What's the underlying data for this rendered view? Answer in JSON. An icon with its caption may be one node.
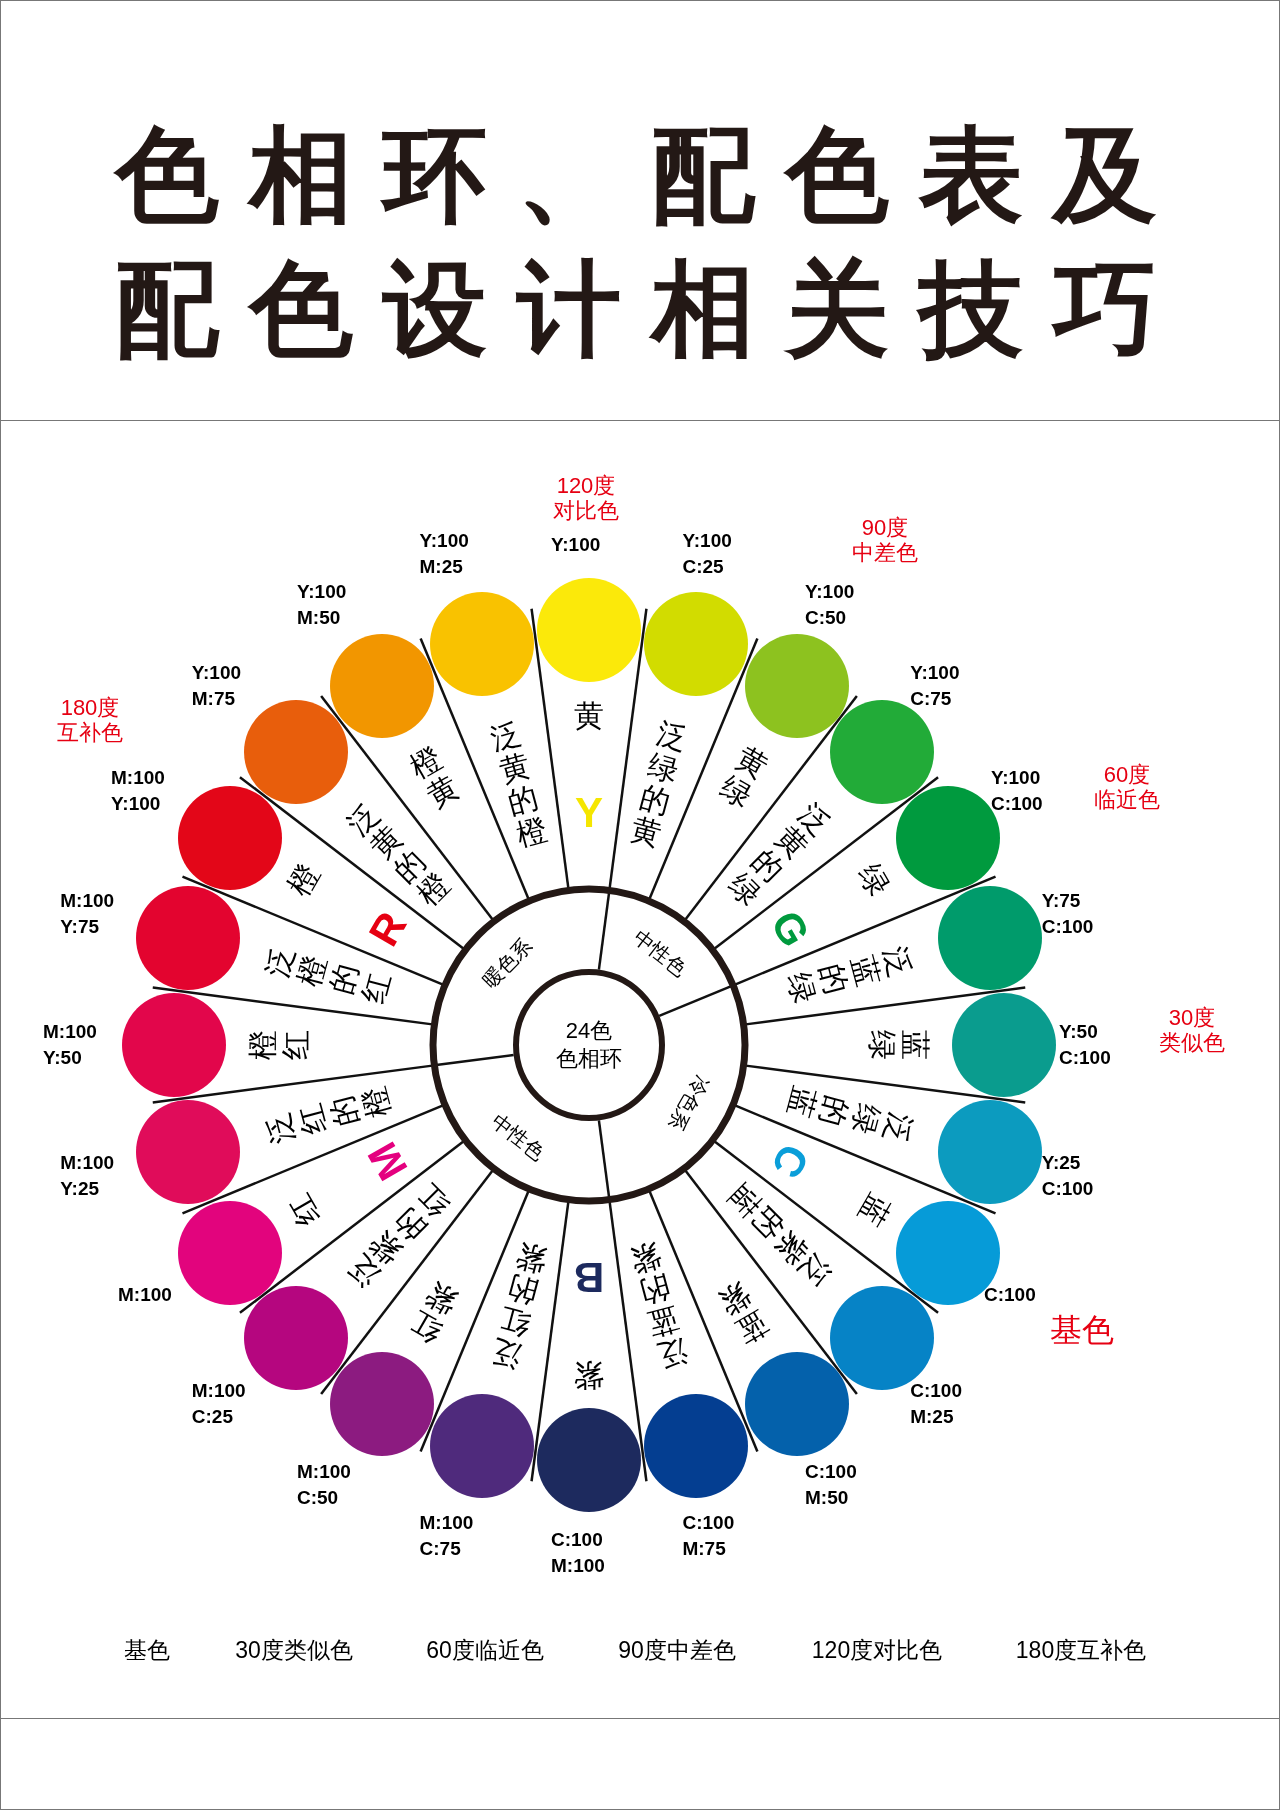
{
  "diagram": {
    "title": "色相环、配色表及配色设计相关技巧",
    "nodes": [
      {
        "text": [],
        "shape": "circle",
        "beside": [
          "Y:100",
          "120度对比色"
        ]
      },
      {
        "text": [],
        "shape": "circle",
        "beside": [
          "Y:100 C:25"
        ]
      },
      {
        "text": [],
        "shape": "circle",
        "beside": [
          "Y:100 C:50",
          "90度中差色"
        ]
      },
      {
        "text": [],
        "shape": "circle",
        "beside": [
          "Y:100 C:75"
        ]
      },
      {
        "text": [],
        "shape": "circle",
        "beside": [
          "Y:100 C:100",
          "60度临近色"
        ]
      },
      {
        "text": [],
        "shape": "circle",
        "beside": [
          "Y:75 C:100"
        ]
      },
      {
        "text": [],
        "shape": "circle",
        "beside": [
          "Y:50 C:100",
          "30度类似色"
        ]
      },
      {
        "text": [],
        "shape": "circle",
        "beside": [
          "Y:25 C:100"
        ]
      },
      {
        "text": [],
        "shape": "circle",
        "beside": [
          "C:100",
          "基色"
        ]
      },
      {
        "text": [],
        "shape": "circle",
        "beside": [
          "C:100 M:25"
        ]
      },
      {
        "text": [],
        "shape": "circle",
        "beside": [
          "C:100 M:50"
        ]
      },
      {
        "text": [],
        "shape": "circle",
        "beside": [
          "C:100 M:75"
        ]
      },
      {
        "text": [],
        "shape": "circle",
        "beside": [
          "C:100 M:100"
        ]
      },
      {
        "text": [],
        "shape": "circle",
        "beside": [
          "M:100 C:75"
        ]
      },
      {
        "text": [],
        "shape": "circle",
        "beside": [
          "M:100 C:50"
        ]
      },
      {
        "text": [],
        "shape": "circle",
        "beside": [
          "M:100 C:25"
        ]
      },
      {
        "text": [],
        "shape": "circle",
        "beside": [
          "M:100"
        ]
      },
      {
        "text": [],
        "shape": "circle",
        "beside": [
          "M:100 Y:25"
        ]
      },
      {
        "text": [],
        "shape": "circle",
        "beside": [
          "M:100 Y:50"
        ]
      },
      {
        "text": [],
        "shape": "circle",
        "beside": [
          "M:100 Y:75"
        ]
      },
      {
        "text": [],
        "shape": "circle",
        "beside": [
          "M:100 Y:100",
          "180度互补色"
        ]
      },
      {
        "text": [],
        "shape": "circle",
        "beside": [
          "Y:100 M:75"
        ]
      },
      {
        "text": [],
        "shape": "circle",
        "beside": [
          "Y:100 M:50"
        ]
      },
      {
        "text": [],
        "shape": "circle",
        "beside": [
          "Y:100 M:25"
        ]
      },
      {
        "text": [
          "黄"
        ]
      },
      {
        "text": [
          "泛绿的黄"
        ]
      },
      {
        "text": [
          "黄绿"
        ]
      },
      {
        "text": [
          "泛黄的绿"
        ]
      },
      {
        "text": [
          "绿"
        ]
      },
      {
        "text": [
          "泛蓝的绿"
        ]
      },
      {
        "text": [
          "蓝绿"
        ]
      },
      {
        "text": [
          "泛绿的蓝"
        ]
      },
      {
        "text": [
          "蓝"
        ]
      },
      {
        "text": [
          "泛紫的蓝"
        ]
      },
      {
        "text": [
          "蓝紫"
        ]
      },
      {
        "text": [
          "泛蓝的紫"
        ]
      },
      {
        "text": [
          "紫"
        ]
      },
      {
        "text": [
          "泛红的紫"
        ]
      },
      {
        "text": [
          "红紫"
        ]
      },
      {
        "text": [
          "泛紫的红"
        ]
      },
      {
        "text": [
          "红"
        ]
      },
      {
        "text": [
          "泛红的橙"
        ]
      },
      {
        "text": [
          "橙红"
        ]
      },
      {
        "text": [
          "泛橙的红"
        ]
      },
      {
        "text": [
          "橙"
        ]
      },
      {
        "text": [
          "泛黄的橙"
        ]
      },
      {
        "text": [
          "橙黄"
        ]
      },
      {
        "text": [
          "泛黄的橙"
        ]
      },
      {
        "text": [
          "中性色"
        ]
      },
      {
        "text": [
          "冷色系"
        ]
      },
      {
        "text": [
          "中性色"
        ]
      },
      {
        "text": [
          "暖色系"
        ]
      },
      {
        "text": [
          "24色",
          "色相环"
        ]
      }
    ],
    "labels": [
      "Y",
      "G",
      "C",
      "B",
      "M",
      "R",
      "基色",
      "30度类似色",
      "60度临近色",
      "90度中差色",
      "120度对比色",
      "180度互补色"
    ]
  }
}
